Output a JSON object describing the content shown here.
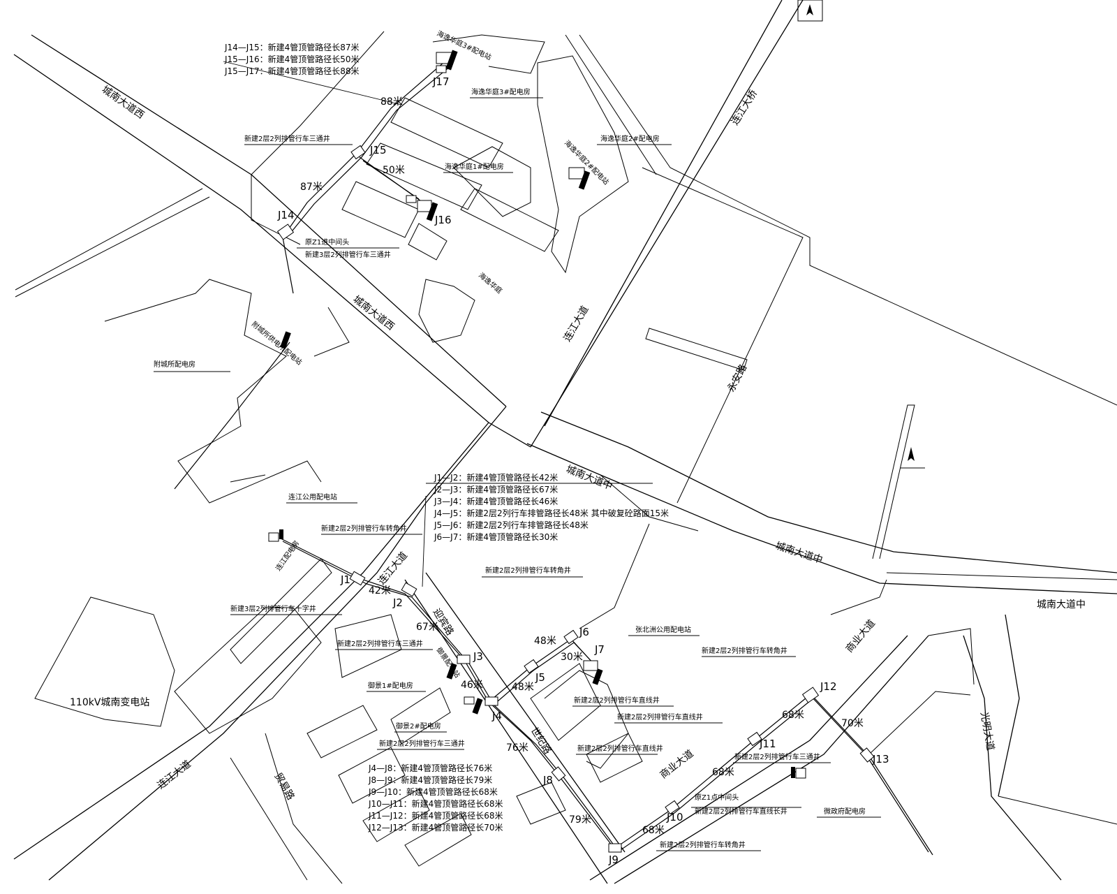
{
  "roads": {
    "chengnan_west_1": "城南大道西",
    "chengnan_west_2": "城南大道西",
    "chengnan_mid_1": "城南大道中",
    "chengnan_mid_2": "城南大道中",
    "chengnan_mid_3": "城南大道中",
    "lianjiang_bridge": "连江大桥",
    "lianjiang_ave_1": "连江大道",
    "lianjiang_ave_2": "连江大道",
    "lianjiang_ave_3": "连江大道",
    "changan_road": "永安路",
    "shangye_ave_1": "商业大道",
    "shangye_ave_2": "商业大道",
    "guangming_ave": "光明大道",
    "maoyi_road": "贸易路",
    "yingbin_road": "迎宾路",
    "shiji_road": "世纪路"
  },
  "nodes": [
    "J1",
    "J2",
    "J3",
    "J4",
    "J5",
    "J6",
    "J7",
    "J8",
    "J9",
    "J10",
    "J11",
    "J12",
    "J13",
    "J14",
    "J15",
    "J16",
    "J17"
  ],
  "distances": {
    "d88": "88米",
    "d50": "50米",
    "d87": "87米",
    "d42": "42米",
    "d67": "67米",
    "d46": "46米",
    "d48a": "48米",
    "d30": "30米",
    "d48b": "48米",
    "d76": "76米",
    "d79": "79米",
    "d68a": "68米",
    "d68b": "68米",
    "d68c": "68米",
    "d70": "70米"
  },
  "note_top": [
    "J14—J15：新建4管顶管路径长87米",
    "J15—J16：新建4管顶管路径长50米",
    "J15—J17：新建4管顶管路径长88米"
  ],
  "note_mid": [
    "J1—J2：新建4管顶管路径长42米",
    "J2—J3：新建4管顶管路径长67米",
    "J3—J4：新建4管顶管路径长46米",
    "J4—J5：新建2层2列行车排管路径长48米 其中破复砼路面15米",
    "J5—J6：新建2层2列行车排管路径长48米",
    "J6—J7：新建4管顶管路径长30米"
  ],
  "note_bottom": [
    "J4—J8：新建4管顶管路径长76米",
    "J8—J9：新建4管顶管路径长79米",
    "J9—J10：新建4管顶管路径长68米",
    "J10—J11：新建4管顶管路径长68米",
    "J11—J12：新建4管顶管路径长68米",
    "J12—J13：新建4管顶管路径长70米"
  ],
  "labels": {
    "hy3_station": "海逸华庭3#配电站",
    "hy3_room": "海逸华庭3#配电房",
    "hy2_station": "海逸华庭2#配电站",
    "hy2_room": "海逸华庭2#配电房",
    "hy1_room": "海逸华庭1#配电房",
    "j15_well": "新建2层2列排管行车三通井",
    "j14_joint": "原Z1进中间头",
    "j14_well": "新建3层2列排管行车三通井",
    "haiyi_area": "海逸华庭",
    "fucheng_room": "附城所配电房",
    "fucheng_station": "附城所供电所配电站",
    "lianjiang_public": "连江公用配电站",
    "lianjiang_room": "连江配电房",
    "j1_well": "新建2层2列排管行车转角井",
    "j1_cross": "新建3层2列排管行车十字井",
    "j6_turn": "新建2层2列排管行车转角井",
    "j3_well": "新建2层2列排管行车三通井",
    "shuangju1": "御景1#配电房",
    "shuangju2": "御景2#配电房",
    "j4_well": "新建2层2列排管行车三通井",
    "kunlun_station": "御景配电站",
    "zhangbei_public": "张北洲公用配电站",
    "j7_straight": "新建2层2列排管行车直线井",
    "j7_straight2": "新建2层2列排管行车直线井",
    "j8_straight": "新建2层2列排管行车直线井",
    "j12_turn": "新建2层2列排管行车转角井",
    "j11_well": "新建2层2列排管行车三通井",
    "j10_joint": "原Z1点中间头",
    "j10_straight": "新建2层2列排管行车直线长井",
    "weifu_room": "微政府配电房",
    "j9_turn": "新建2层2列排管行车转角井",
    "substation_110": "110kV城南变电站"
  }
}
